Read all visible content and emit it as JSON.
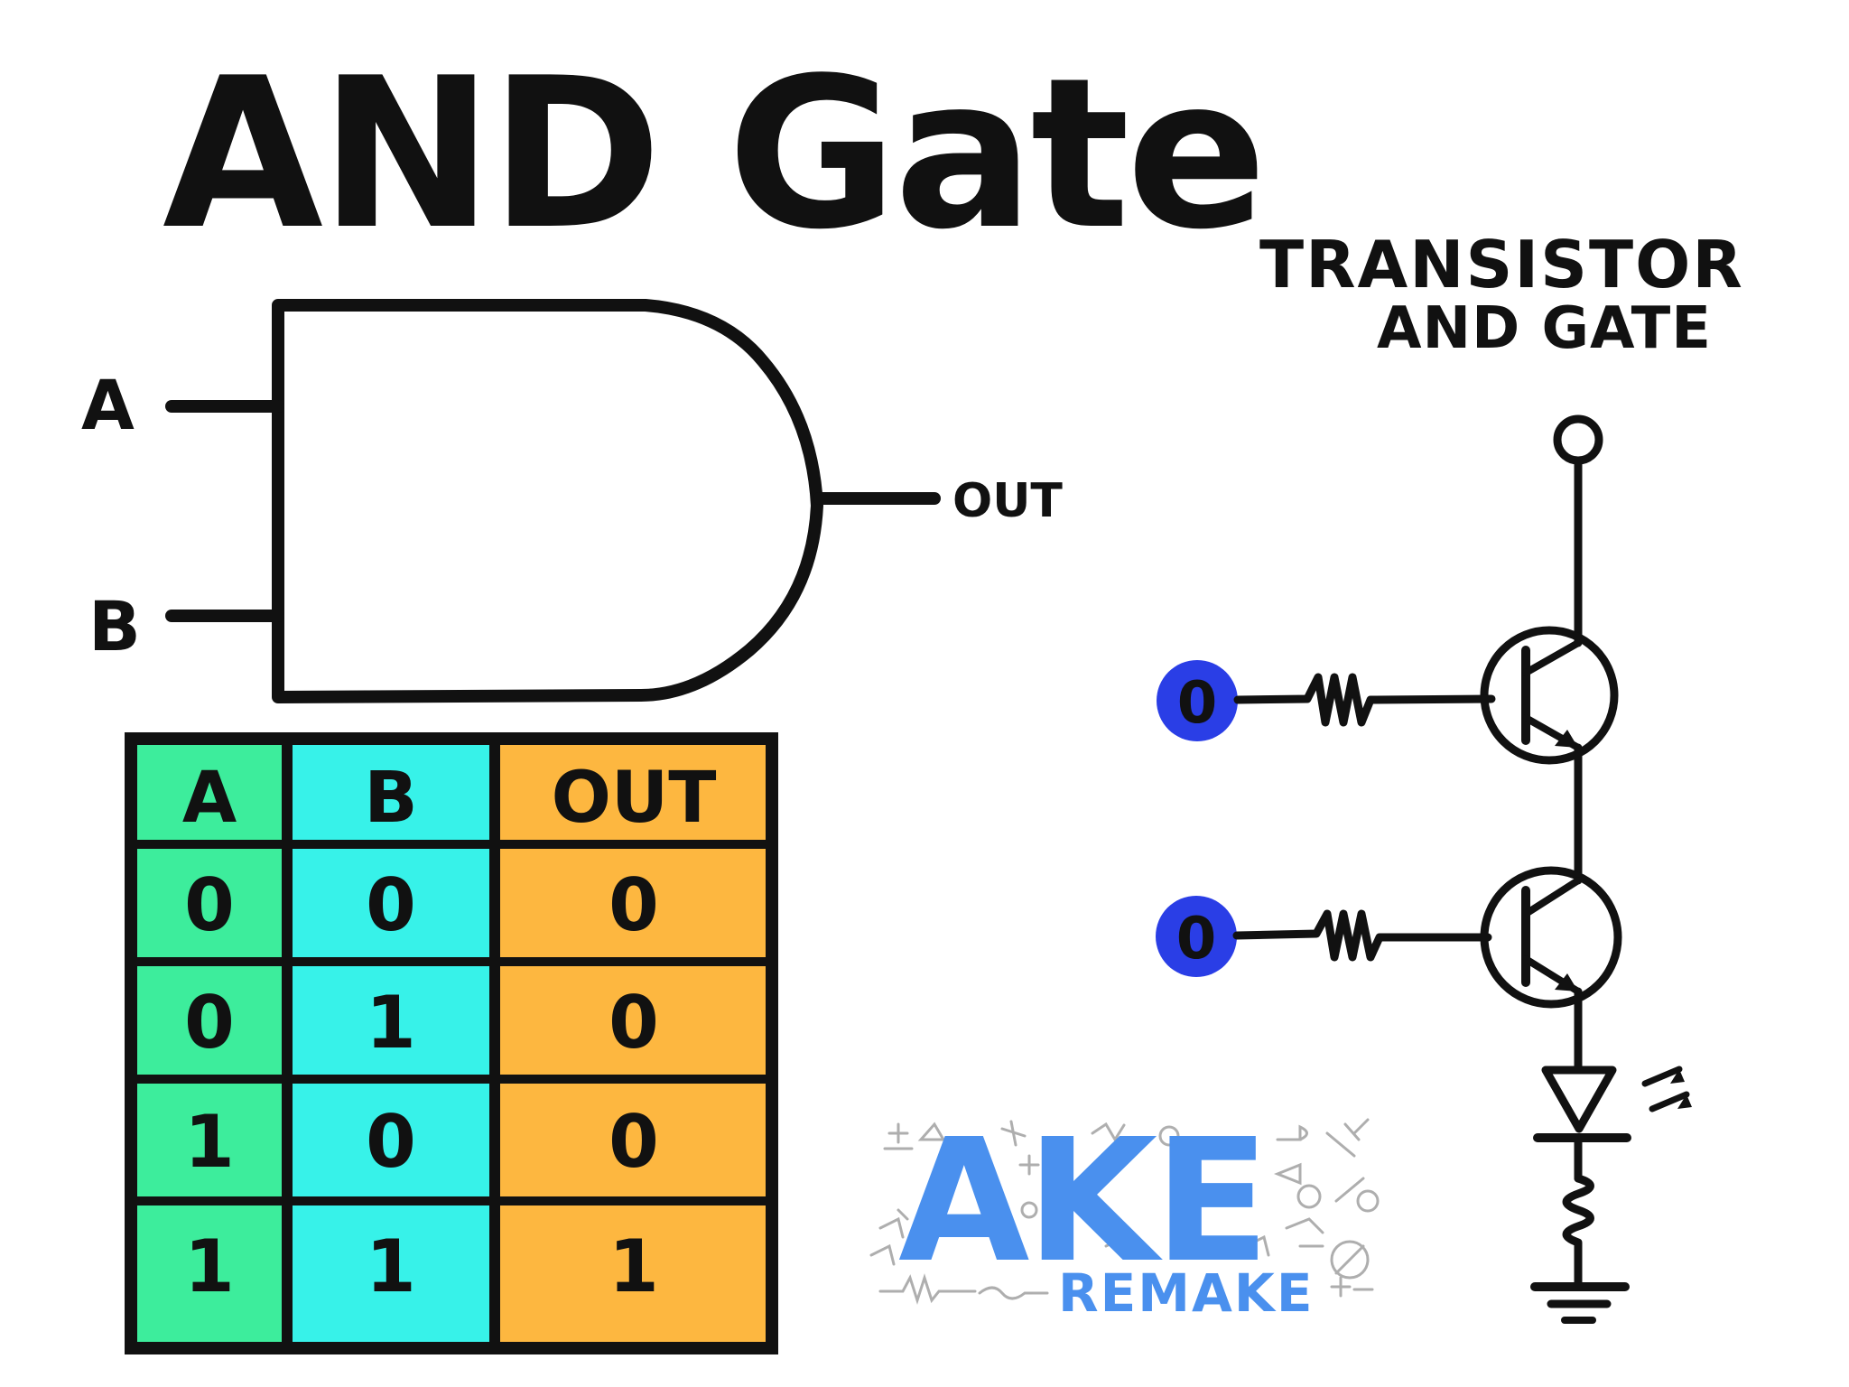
{
  "title": "AND Gate",
  "gate": {
    "input_a_label": "A",
    "input_b_label": "B",
    "output_label": "OUT"
  },
  "truth_table": {
    "headers": [
      "A",
      "B",
      "OUT"
    ],
    "rows": [
      [
        "0",
        "0",
        "0"
      ],
      [
        "0",
        "1",
        "0"
      ],
      [
        "1",
        "0",
        "0"
      ],
      [
        "1",
        "1",
        "1"
      ]
    ],
    "colors": {
      "a": "#3ded9c",
      "b": "#37f2e9",
      "out": "#fdb740"
    }
  },
  "transistor_circuit": {
    "title_line1": "TRANSISTOR",
    "title_line2": "AND GATE",
    "input_top_value": "0",
    "input_bottom_value": "0",
    "input_color": "#2a3ee6"
  },
  "logo": {
    "main": "AKE",
    "sub": "REMAKE",
    "color": "#4a90ee"
  }
}
